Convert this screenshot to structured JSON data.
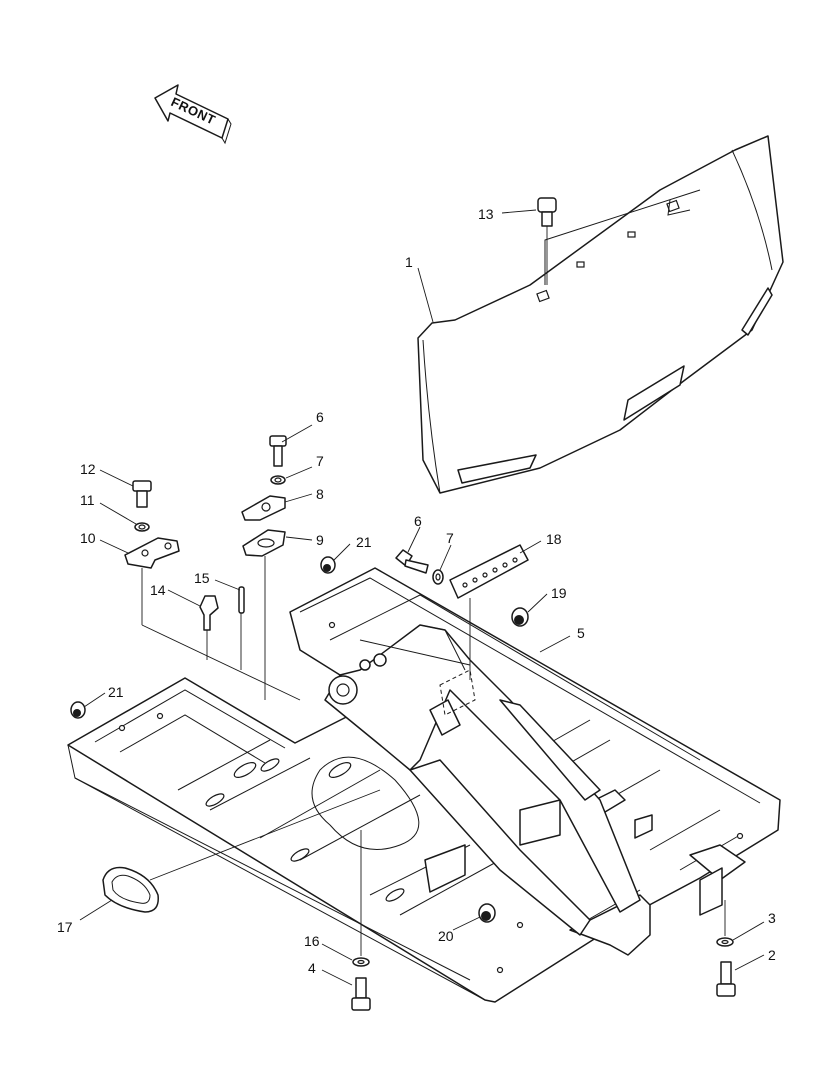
{
  "direction_arrow": {
    "label": "FRONT"
  },
  "callouts": [
    {
      "id": "c1",
      "number": "1"
    },
    {
      "id": "c2",
      "number": "2"
    },
    {
      "id": "c3",
      "number": "3"
    },
    {
      "id": "c4",
      "number": "4"
    },
    {
      "id": "c5",
      "number": "5"
    },
    {
      "id": "c6a",
      "number": "6"
    },
    {
      "id": "c6b",
      "number": "6"
    },
    {
      "id": "c7a",
      "number": "7"
    },
    {
      "id": "c7b",
      "number": "7"
    },
    {
      "id": "c8",
      "number": "8"
    },
    {
      "id": "c9",
      "number": "9"
    },
    {
      "id": "c10",
      "number": "10"
    },
    {
      "id": "c11",
      "number": "11"
    },
    {
      "id": "c12",
      "number": "12"
    },
    {
      "id": "c13",
      "number": "13"
    },
    {
      "id": "c14",
      "number": "14"
    },
    {
      "id": "c15",
      "number": "15"
    },
    {
      "id": "c16",
      "number": "16"
    },
    {
      "id": "c17",
      "number": "17"
    },
    {
      "id": "c18",
      "number": "18"
    },
    {
      "id": "c19",
      "number": "19"
    },
    {
      "id": "c20",
      "number": "20"
    },
    {
      "id": "c21a",
      "number": "21"
    },
    {
      "id": "c21b",
      "number": "21"
    }
  ]
}
